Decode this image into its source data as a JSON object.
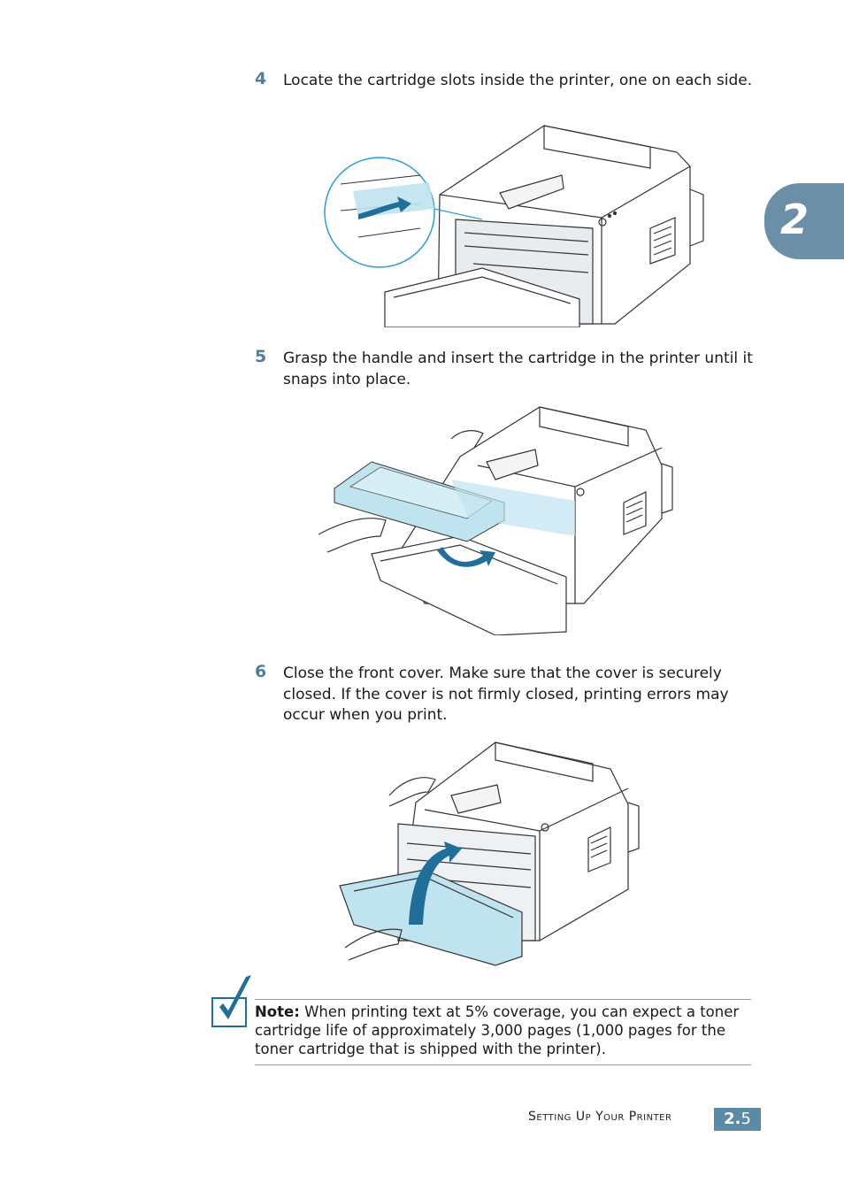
{
  "chapter_tab": {
    "number": "2"
  },
  "steps": [
    {
      "number": "4",
      "text": "Locate the cartridge slots inside the printer, one on each side."
    },
    {
      "number": "5",
      "text": "Grasp the handle and insert the cartridge in the printer until it snaps into place."
    },
    {
      "number": "6",
      "text": "Close the front cover. Make sure that the cover is securely closed. If the cover is not firmly closed, printing errors may occur when you print."
    }
  ],
  "note": {
    "label": "Note:",
    "text": " When printing text at 5% coverage, you can expect a toner cartridge life of approximately 3,000 pages (1,000 pages for the toner cartridge that is shipped with the printer)."
  },
  "footer": {
    "section_title": "Setting Up Your Printer",
    "page_prefix": "2.",
    "page_number": "5"
  },
  "colors": {
    "accent": "#4f7f9c",
    "highlight_blue": "#bfe3ef",
    "arrow_blue": "#1f6f9a"
  }
}
